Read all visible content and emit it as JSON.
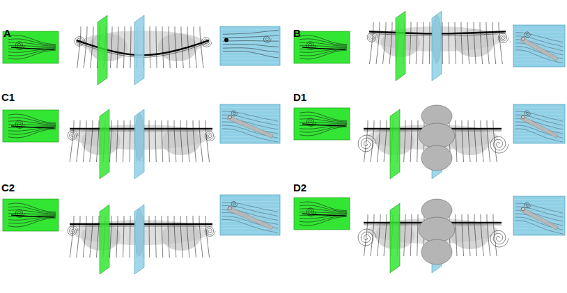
{
  "diagram": {
    "labels": [
      "A",
      "B",
      "C1",
      "D1",
      "C2",
      "D2"
    ]
  }
}
